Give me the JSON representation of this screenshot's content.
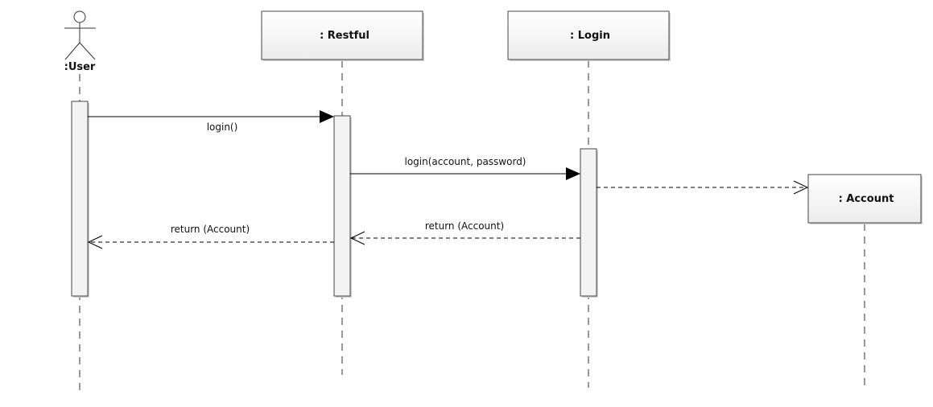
{
  "participants": {
    "user": {
      "label": ":User"
    },
    "restful": {
      "label": ": Restful"
    },
    "login": {
      "label": ": Login"
    },
    "account": {
      "label": ": Account"
    }
  },
  "messages": {
    "login_call": "login()",
    "login_account_password": "login(account, password)",
    "return_to_restful": "return (Account)",
    "return_to_user": "return (Account)"
  }
}
